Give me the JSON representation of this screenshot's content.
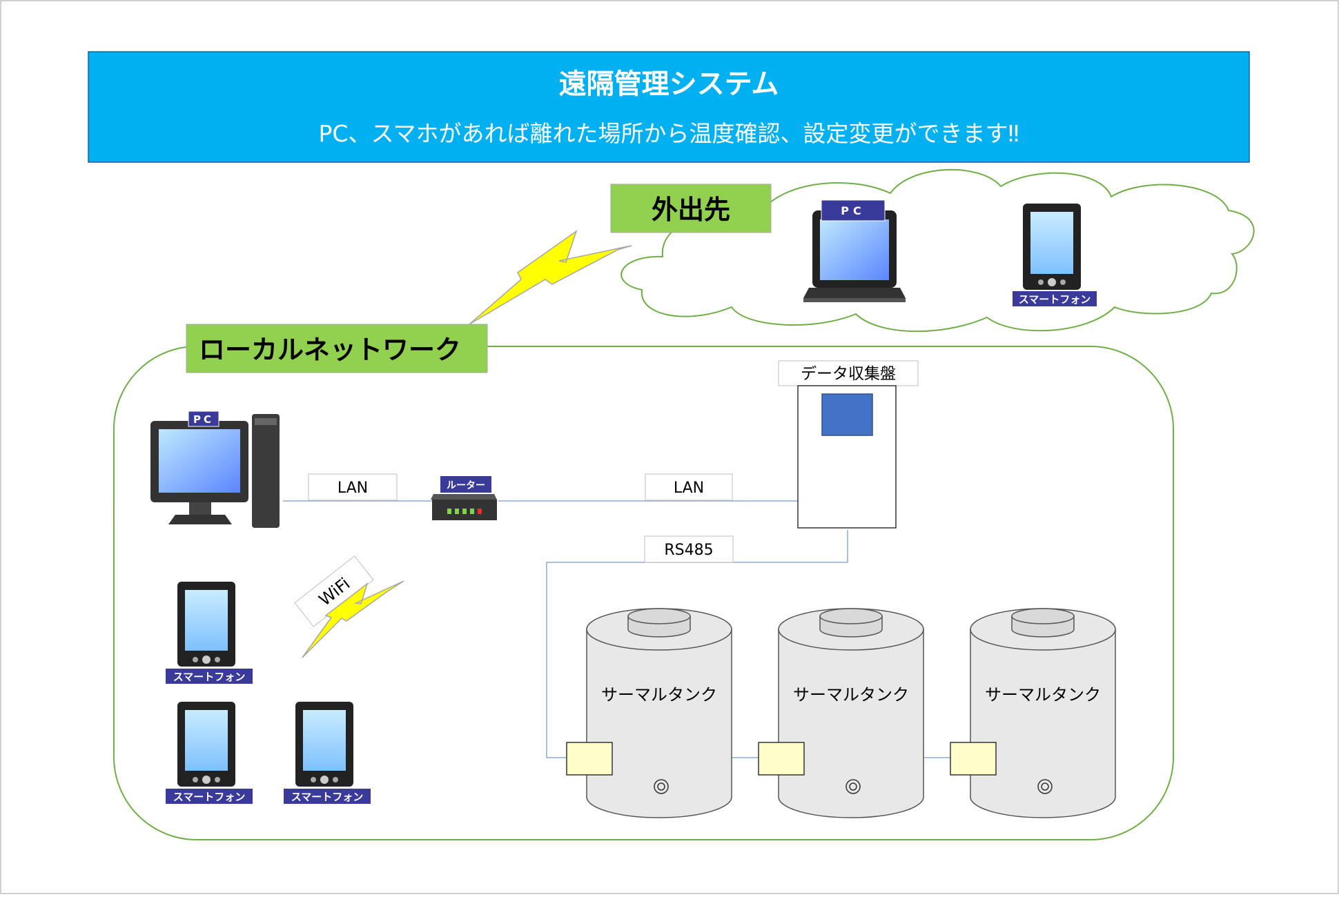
{
  "header": {
    "title": "遠隔管理システム",
    "subtitle": "PC、スマホがあれば離れた場所から温度確認、設定変更ができます‼"
  },
  "remote": {
    "label": "外出先",
    "pc_label": "PC",
    "phone_label": "スマートフォン"
  },
  "local": {
    "label": "ローカルネットワーク",
    "pc_label": "PC",
    "router_label": "ルーター",
    "lan_label_1": "LAN",
    "lan_label_2": "LAN",
    "collector_label": "データ収集盤",
    "rs485_label": "RS485",
    "wifi_label": "WiFi",
    "phones": [
      "スマートフォン",
      "スマートフォン",
      "スマートフォン"
    ],
    "tanks": [
      "サーマルタンク",
      "サーマルタンク",
      "サーマルタンク"
    ]
  },
  "colors": {
    "header_bg": "#00b0f0",
    "green_label": "#92d050",
    "navy_label": "#3a3a9a",
    "lightning": "#ffff00",
    "tank_body": "#e8e8e8",
    "sensor": "#ffffcc",
    "panel_screen": "#4472c4"
  }
}
